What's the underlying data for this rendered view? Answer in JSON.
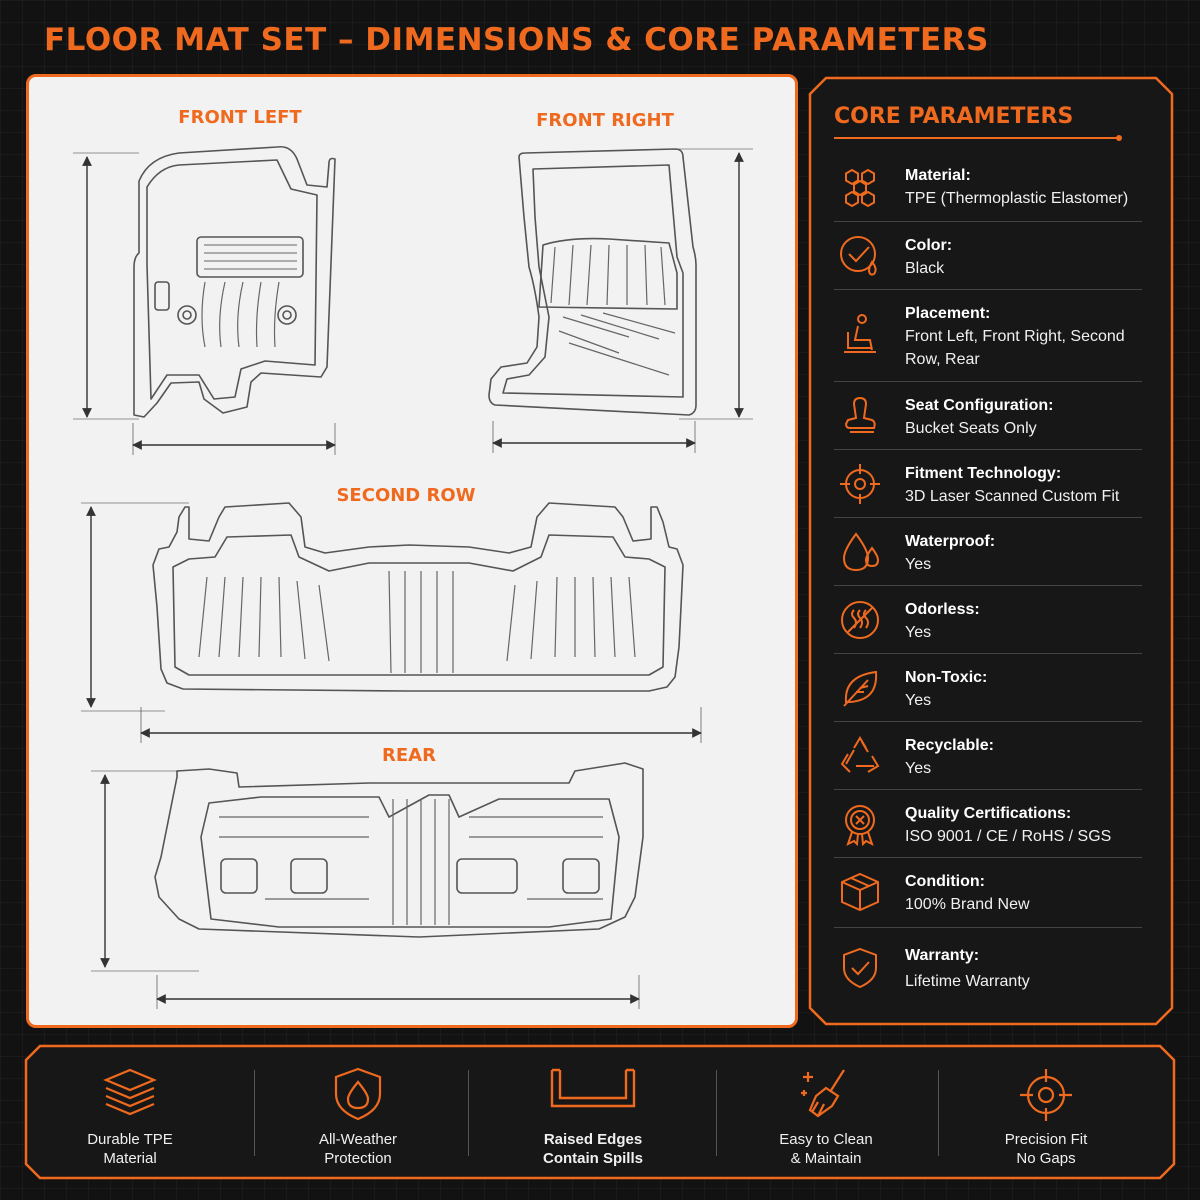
{
  "title": "FLOOR MAT SET – DIMENSIONS & CORE PARAMETERS",
  "diagram": {
    "front_left": "FRONT LEFT",
    "front_right": "FRONT RIGHT",
    "second_row": "SECOND ROW",
    "rear": "REAR"
  },
  "accent_color": "#ef6a1f",
  "params": {
    "heading": "CORE PARAMETERS",
    "items": [
      {
        "label": "Material:",
        "value": "TPE (Thermoplastic Elastomer)",
        "icon": "molecule-icon"
      },
      {
        "label": "Color:",
        "value": "Black",
        "icon": "color-check-icon"
      },
      {
        "label": "Placement:",
        "value": "Front Left, Front Right, Second Row, Rear",
        "icon": "car-seat-icon"
      },
      {
        "label": "Seat Configuration:",
        "value": "Bucket Seats Only",
        "icon": "bucket-seat-icon"
      },
      {
        "label": "Fitment Technology:",
        "value": "3D Laser Scanned Custom Fit",
        "icon": "crosshair-icon"
      },
      {
        "label": "Waterproof:",
        "value": "Yes",
        "icon": "water-drops-icon"
      },
      {
        "label": "Odorless:",
        "value": "Yes",
        "icon": "no-odor-icon"
      },
      {
        "label": "Non-Toxic:",
        "value": "Yes",
        "icon": "leaf-icon"
      },
      {
        "label": "Recyclable:",
        "value": "Yes",
        "icon": "recycle-icon"
      },
      {
        "label": "Quality Certifications:",
        "value": "ISO 9001 / CE / RoHS / SGS",
        "icon": "certificate-badge-icon"
      },
      {
        "label": "Condition:",
        "value": "100% Brand New",
        "icon": "box-icon"
      },
      {
        "label": "Warranty:",
        "value": "Lifetime Warranty",
        "icon": "shield-check-icon"
      }
    ]
  },
  "features": [
    {
      "line1": "Durable TPE",
      "line2": "Material",
      "icon": "layers-icon"
    },
    {
      "line1": "All-Weather",
      "line2": "Protection",
      "icon": "shield-drop-icon"
    },
    {
      "line1": "Raised Edges",
      "line2": "Contain Spills",
      "icon": "tray-edge-icon"
    },
    {
      "line1": "Easy to Clean",
      "line2": "& Maintain",
      "icon": "brush-sparkle-icon"
    },
    {
      "line1": "Precision Fit",
      "line2": "No Gaps",
      "icon": "target-icon"
    }
  ]
}
